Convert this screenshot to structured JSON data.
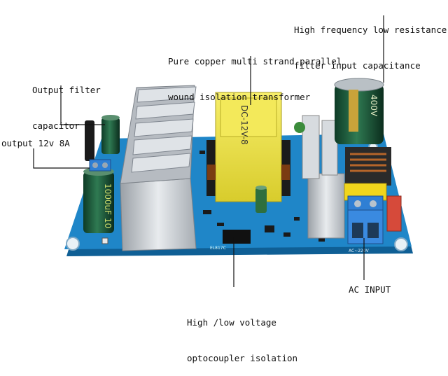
{
  "labels": {
    "high_freq_line1": "High frequency low resistance",
    "high_freq_line2": "filter input capacitance",
    "transformer_line1": "Pure copper multi strand parallel",
    "transformer_line2": "wound isolation transformer",
    "output_filter_line1": "Output filter",
    "output_filter_line2": "capacitor",
    "output_voltage": "output 12v 8A",
    "optocoupler_line1": "High /low voltage",
    "optocoupler_line2": "optocoupler isolation",
    "ac_input": "AC INPUT"
  },
  "board_markings": {
    "output_cap_marking": "1000uF 10",
    "transformer_marking": "DC-12V-8",
    "input_cap_marking": "400V",
    "optocoupler_marking": "EL817C",
    "ac_terminal_marking": "AC~220V"
  },
  "colors": {
    "pcb": "#1f86c8",
    "pcb_edge": "#0f5f95",
    "transformer": "#f2e64a",
    "heatsink": "#cfd3d8",
    "terminal_blue": "#2f7fd4",
    "leader": "#111111"
  }
}
